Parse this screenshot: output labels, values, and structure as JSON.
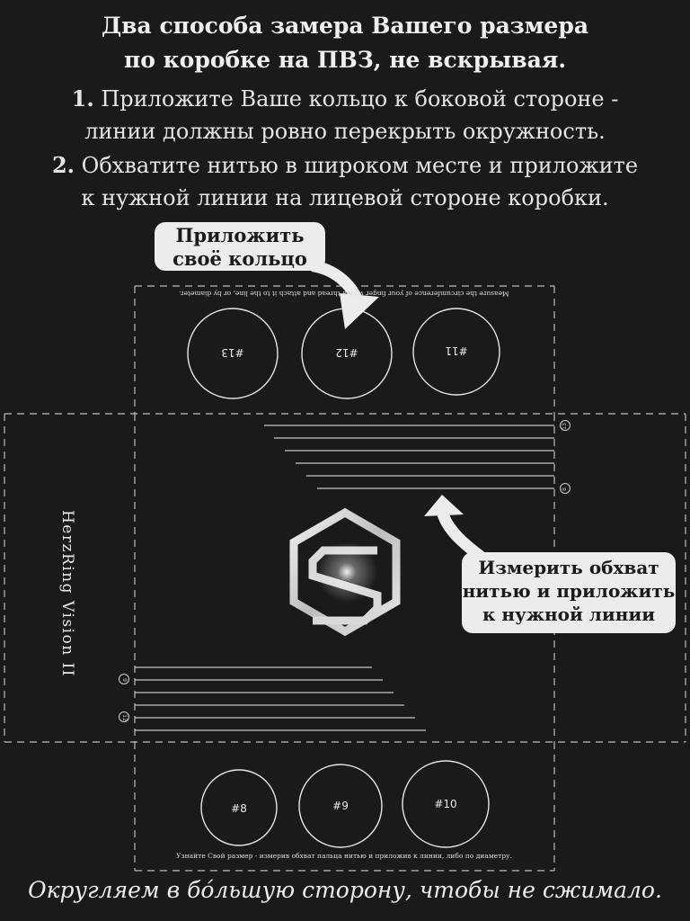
{
  "heading": {
    "line1": "Два способа замера Вашего размера",
    "line2": "по коробке на ПВЗ, не вскрывая."
  },
  "steps": [
    {
      "num": "1.",
      "line1": "Приложите Ваше кольцо к боковой стороне -",
      "line2": "линии должны ровно перекрыть окружность."
    },
    {
      "num": "2.",
      "line1": "Обхватите нитью в широком месте и приложите",
      "line2": "к нужной линии на лицевой стороне коробки."
    }
  ],
  "callouts": {
    "ring": {
      "line1": "Приложить",
      "line2": "своё кольцо"
    },
    "thread": {
      "line1": "Измерить обхват",
      "line2": "нитью и приложить",
      "line3": "к нужной линии"
    }
  },
  "rings_top": [
    "#13",
    "#12",
    "#11"
  ],
  "rings_bottom": [
    "#8",
    "#9",
    "#10"
  ],
  "fine_print": {
    "top": "Measure the circumference of your finger with a thread and attach it to the line, or by diameter.",
    "bottom": "Узнайте Свой размер - измерив обхват пальца нитью и приложив к линии, либо по диаметру."
  },
  "markers": {
    "top_start": "13",
    "top_end": "8",
    "bottom_start": "9",
    "bottom_end": "12"
  },
  "brand": "HerzRing Vision II",
  "footer": "Округляем в бóльшую сторону, чтобы не сжимало.",
  "colors": {
    "background": "#1a1a1a",
    "callout": "#ececec",
    "lines": "#bdbdbd"
  }
}
